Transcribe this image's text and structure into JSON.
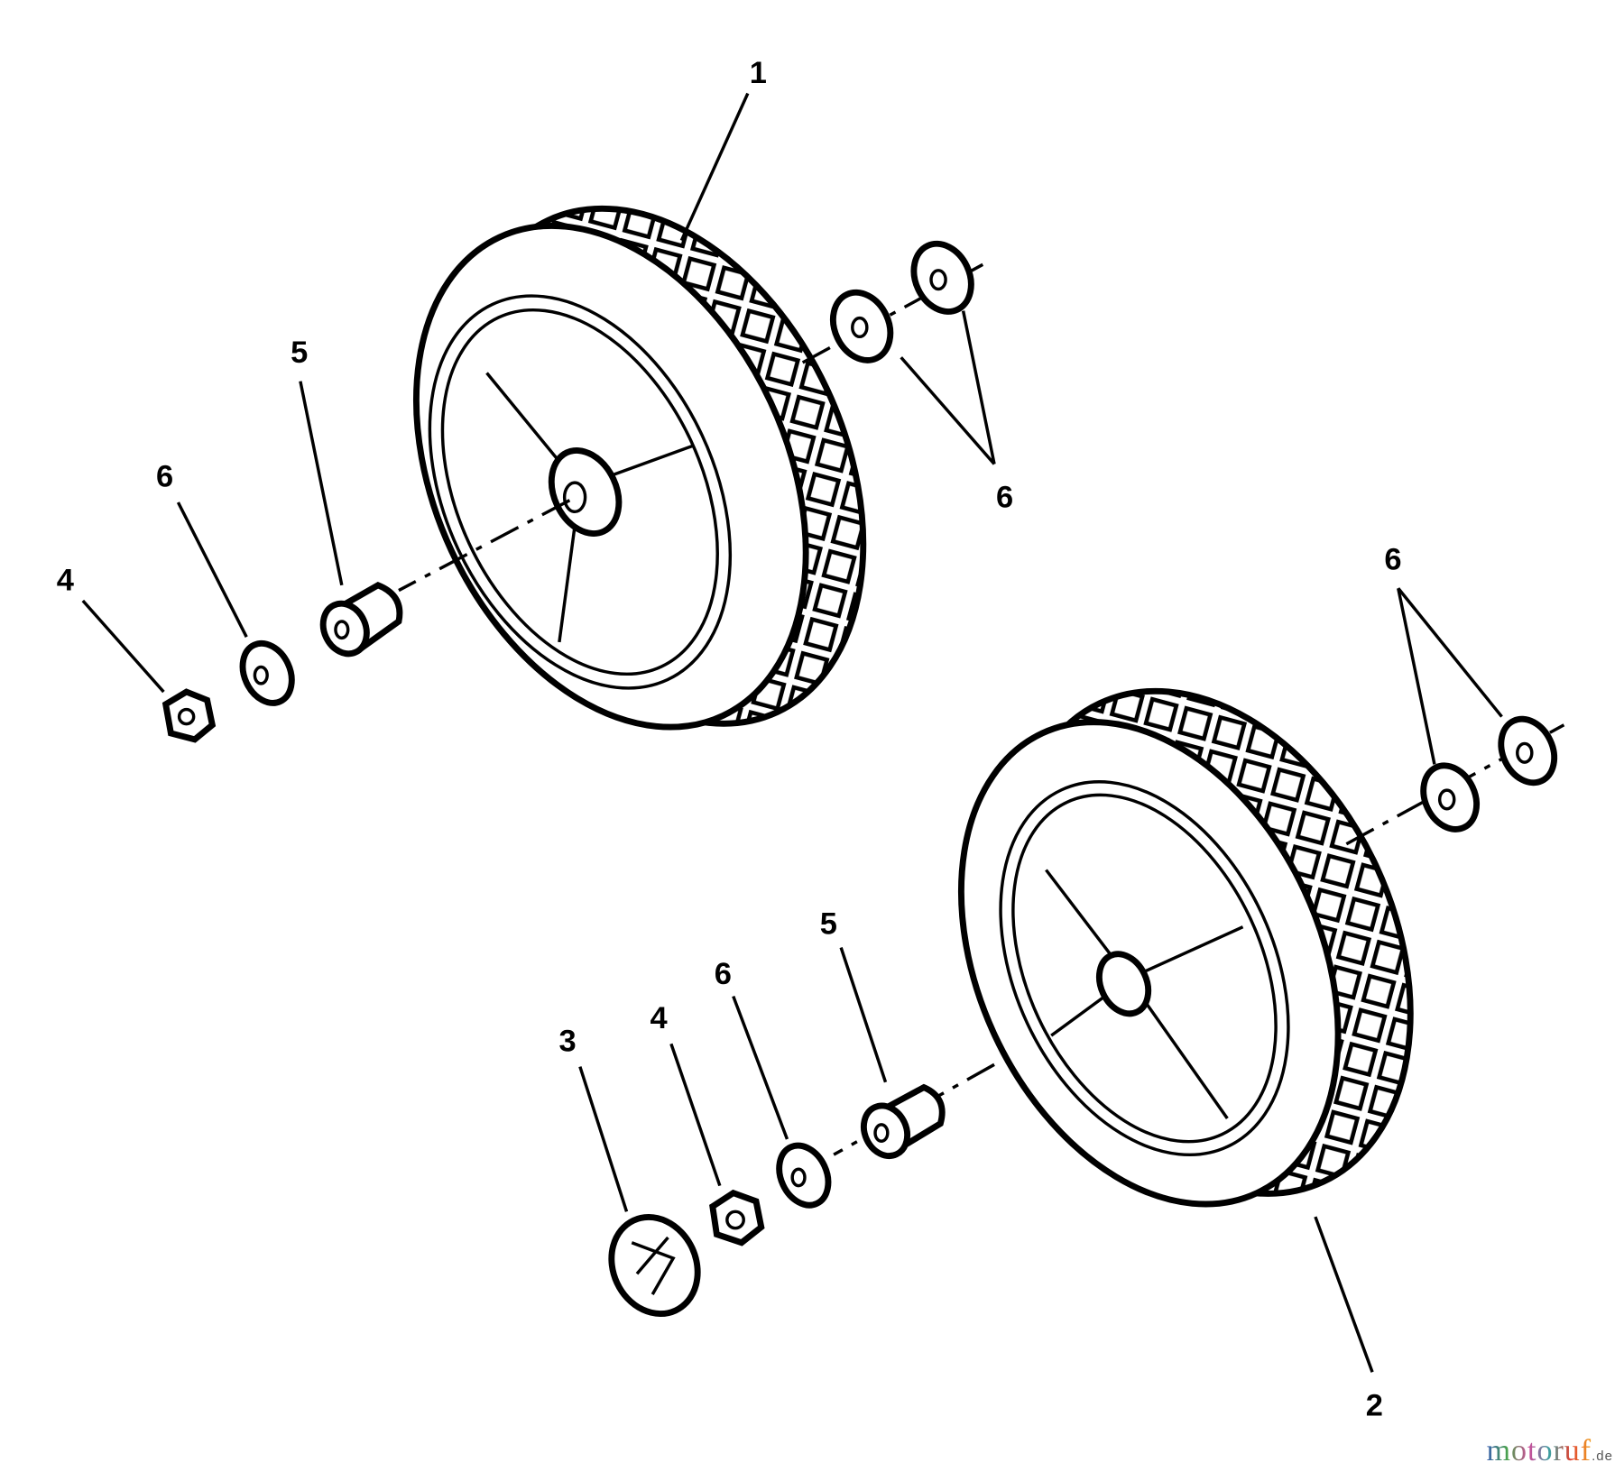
{
  "diagram": {
    "callouts": {
      "wheel_top": "1",
      "wheel_bottom": "2",
      "hubcap": "3",
      "nut_top": "4",
      "nut_bottom": "4",
      "spacer_top": "5",
      "spacer_bottom": "5",
      "washer_top_left": "6",
      "washer_top_right": "6",
      "washer_bottom_left": "6",
      "washer_bottom_right": "6"
    },
    "watermark": {
      "brand": "motoruf",
      "tld": ".de"
    }
  }
}
